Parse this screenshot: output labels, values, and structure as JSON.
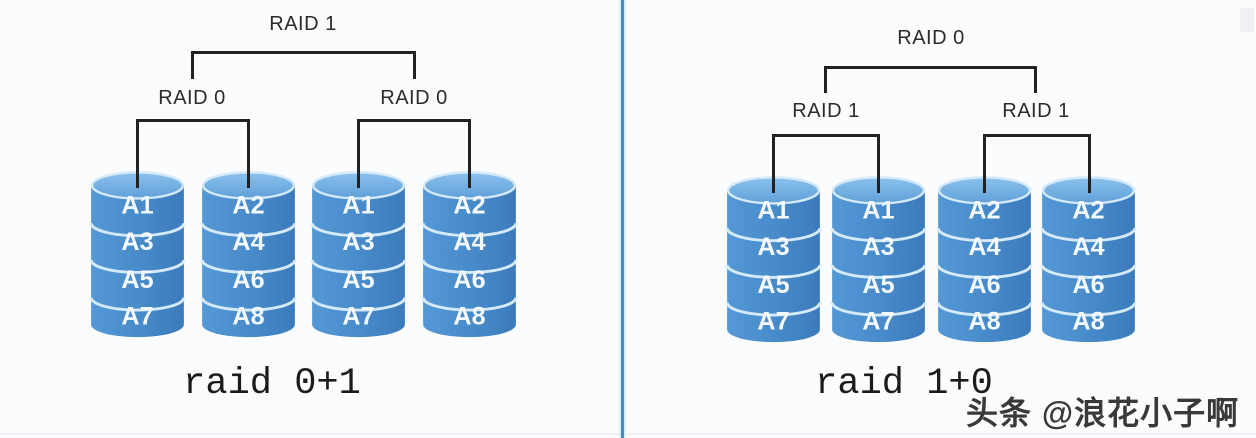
{
  "left_panel": {
    "root_label": "RAID 1",
    "group_labels": [
      "RAID 0",
      "RAID 0"
    ],
    "caption": "raid 0+1",
    "disks": [
      {
        "labels": [
          "A1",
          "A3",
          "A5",
          "A7"
        ]
      },
      {
        "labels": [
          "A2",
          "A4",
          "A6",
          "A8"
        ]
      },
      {
        "labels": [
          "A1",
          "A3",
          "A5",
          "A7"
        ]
      },
      {
        "labels": [
          "A2",
          "A4",
          "A6",
          "A8"
        ]
      }
    ]
  },
  "right_panel": {
    "root_label": "RAID 0",
    "group_labels": [
      "RAID 1",
      "RAID 1"
    ],
    "caption": "raid 1+0",
    "disks": [
      {
        "labels": [
          "A1",
          "A3",
          "A5",
          "A7"
        ]
      },
      {
        "labels": [
          "A1",
          "A3",
          "A5",
          "A7"
        ]
      },
      {
        "labels": [
          "A2",
          "A4",
          "A6",
          "A8"
        ]
      },
      {
        "labels": [
          "A2",
          "A4",
          "A6",
          "A8"
        ]
      }
    ]
  },
  "watermark": "头条 @浪花小子啊",
  "colors": {
    "disk_body": "#478ac9",
    "disk_cap": "#8cc2ee",
    "disk_rim": "#d4eaf9",
    "connector_line": "#212123",
    "divider": "#4a8cb8",
    "background": "#fbfcfe"
  }
}
